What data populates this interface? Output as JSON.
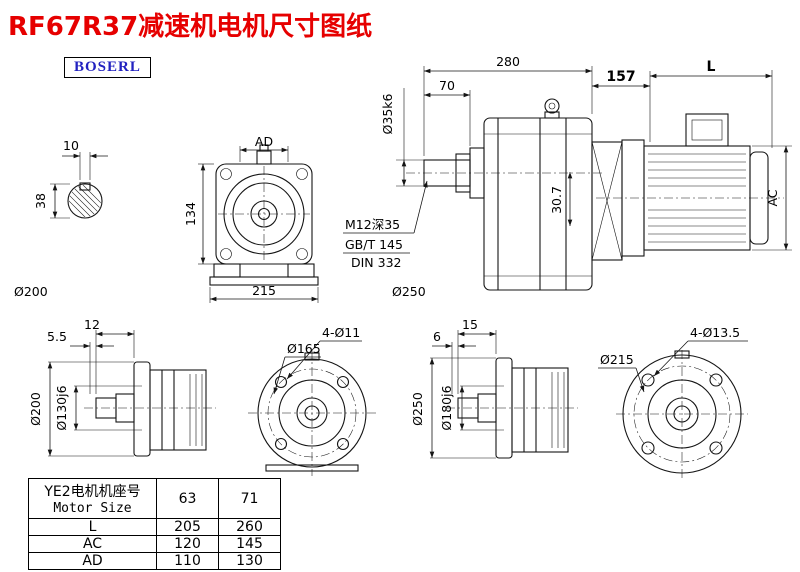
{
  "page": {
    "title": "RF67R37减速机电机尺寸图纸",
    "logo": "BOSERL"
  },
  "dims": {
    "d280": "280",
    "d70": "70",
    "d157": "157",
    "dL": "L",
    "o35k6": "Ø35k6",
    "dAC": "AC",
    "m12": "M12深35",
    "gbt145": "GB/T 145",
    "din332": "DIN 332",
    "d307": "30.7",
    "dAD": "AD",
    "d10": "10",
    "d38": "38",
    "d134": "134",
    "d215": "215",
    "o200_label": "Ø200",
    "o250_label": "Ø250",
    "d12": "12",
    "d55": "5.5",
    "o200": "Ø200",
    "o130j6": "Ø130j6",
    "b4o11": "4-Ø11",
    "o165": "Ø165",
    "d15": "15",
    "d6": "6",
    "o250": "Ø250",
    "o180j6": "Ø180j6",
    "b4o135": "4-Ø13.5",
    "o215": "Ø215"
  },
  "table": {
    "header": {
      "line1": "YE2电机机座号",
      "line2": "Motor Size",
      "size1": "63",
      "size2": "71"
    },
    "rows": [
      {
        "label": "L",
        "v1": "205",
        "v2": "260"
      },
      {
        "label": "AC",
        "v1": "120",
        "v2": "145"
      },
      {
        "label": "AD",
        "v1": "110",
        "v2": "130"
      }
    ]
  }
}
